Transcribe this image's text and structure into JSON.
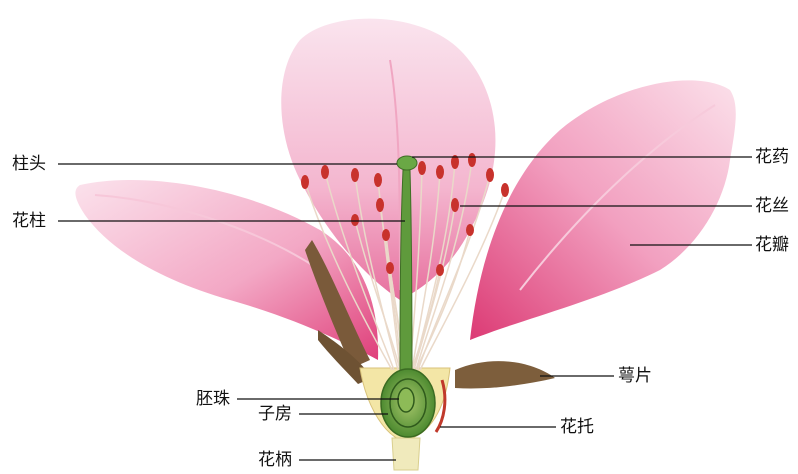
{
  "labels": {
    "stigma": "柱头",
    "style": "花柱",
    "ovule": "胚珠",
    "ovary": "子房",
    "pedicel": "花柄",
    "anther": "花药",
    "filament": "花丝",
    "petal": "花瓣",
    "sepal": "萼片",
    "receptacle": "花托"
  },
  "colors": {
    "petal": "#f2a9c6",
    "petal_deep": "#e0457f",
    "pistil": "#5f9a3c",
    "anther": "#c8322c",
    "sepal": "#7a5a3a",
    "receptacle": "#f3e6a6"
  }
}
